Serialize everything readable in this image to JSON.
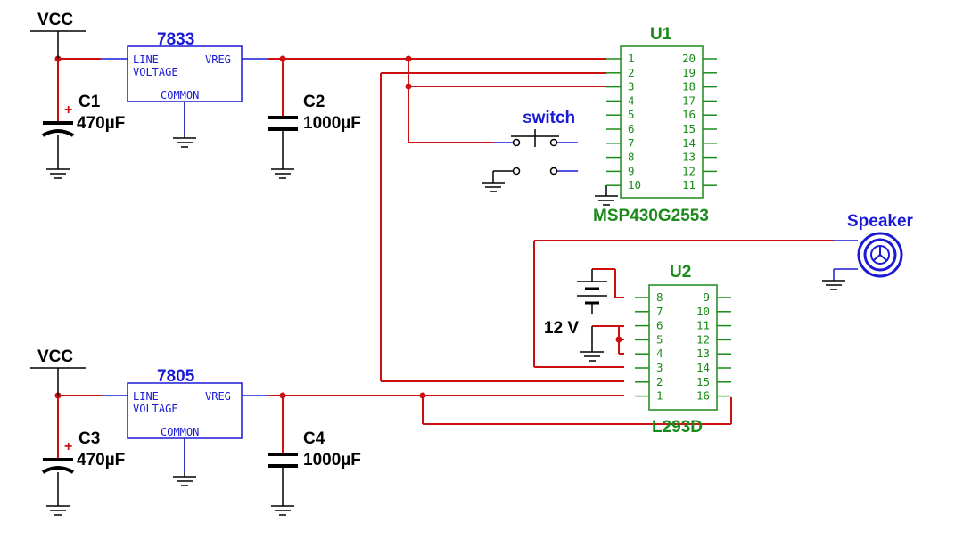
{
  "labels": {
    "vcc_top": "VCC",
    "vcc_bottom": "VCC",
    "reg1_name": "7833",
    "reg2_name": "7805",
    "reg_line": "LINE",
    "reg_voltage": "VOLTAGE",
    "reg_vreg": "VREG",
    "reg_common": "COMMON",
    "c1": "C1",
    "c1_val": "470µF",
    "c2": "C2",
    "c2_val": "1000µF",
    "c3": "C3",
    "c3_val": "470µF",
    "c4": "C4",
    "c4_val": "1000µF",
    "u1": "U1",
    "u1_part": "MSP430G2553",
    "u2": "U2",
    "u2_part": "L293D",
    "switch": "switch",
    "speaker": "Speaker",
    "battery": "12 V",
    "plus": "+"
  },
  "u1_pins_left": [
    "1",
    "2",
    "3",
    "4",
    "5",
    "6",
    "7",
    "8",
    "9",
    "10"
  ],
  "u1_pins_right": [
    "20",
    "19",
    "18",
    "17",
    "16",
    "15",
    "14",
    "13",
    "12",
    "11"
  ],
  "u2_pins_left": [
    "8",
    "7",
    "6",
    "5",
    "4",
    "3",
    "2",
    "1"
  ],
  "u2_pins_right": [
    "9",
    "10",
    "11",
    "12",
    "13",
    "14",
    "15",
    "16"
  ],
  "colors": {
    "wire": "#cc1010",
    "component": "#1a1ad6",
    "ic": "#1a8a1a",
    "ground": "#000000"
  }
}
